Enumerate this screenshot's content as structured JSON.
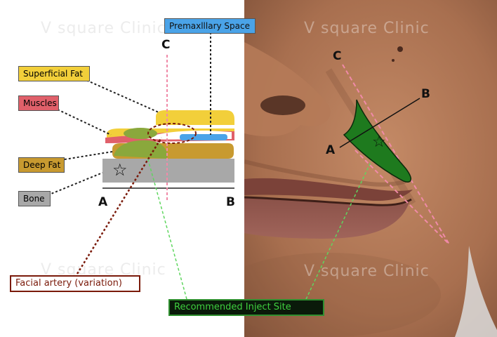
{
  "colors": {
    "superficial_fat": "#f2cf3a",
    "muscles": "#e0606a",
    "deep_fat": "#c89a30",
    "bone": "#a8a8a8",
    "premaxillary": "#4aa3e8",
    "inject_site": "#1e7a1e",
    "guide_line": "#f08aa8",
    "artery": "#7a1a0a"
  },
  "labels": {
    "superficial_fat": "Superficial Fat",
    "muscles": "Muscles",
    "deep_fat": "Deep Fat",
    "bone": "Bone",
    "premaxillary": "Premaxlllary Space",
    "facial_artery": "Facial artery (variation)",
    "recommended": "Recommended Inject Site"
  },
  "axis": {
    "a": "A",
    "b": "B",
    "c": "C"
  },
  "photo": {
    "a": "A",
    "b": "B",
    "c": "C"
  },
  "star": "☆",
  "watermark": {
    "top_left": "V square Clinic",
    "top_right": "V square Clinic",
    "bottom_left": "V square Clinic",
    "bottom_right": "V square Clinic"
  }
}
